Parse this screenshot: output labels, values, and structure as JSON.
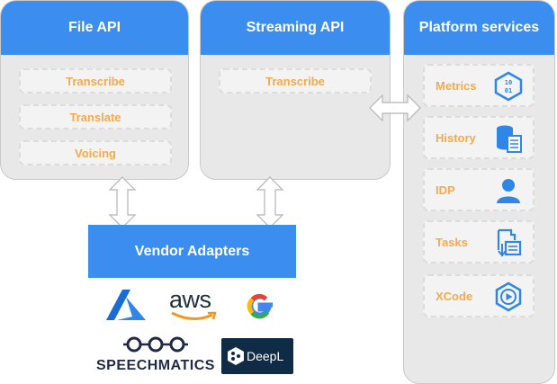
{
  "file_api": {
    "title": "File API",
    "items": [
      "Transcribe",
      "Translate",
      "Voicing"
    ]
  },
  "streaming_api": {
    "title": "Streaming API",
    "items": [
      "Transcribe"
    ]
  },
  "platform_services": {
    "title": "Platform services",
    "items": [
      {
        "label": "Metrics",
        "icon": "metrics-hexagon-icon"
      },
      {
        "label": "History",
        "icon": "history-database-icon"
      },
      {
        "label": "IDP",
        "icon": "user-icon"
      },
      {
        "label": "Tasks",
        "icon": "tasks-document-icon"
      },
      {
        "label": "XCode",
        "icon": "xcode-play-icon"
      }
    ]
  },
  "vendor_adapters": {
    "title": "Vendor Adapters",
    "vendors": {
      "azure": "azure-logo",
      "aws": "aws",
      "google": "google-logo",
      "speechmatics": "SPEECHMATICS",
      "deepl": "DeepL"
    }
  },
  "colors": {
    "header_blue": "#3b8ef0",
    "panel_gray": "#e8e8e8",
    "label_orange": "#f5a94c",
    "icon_blue": "#2f86e6"
  }
}
